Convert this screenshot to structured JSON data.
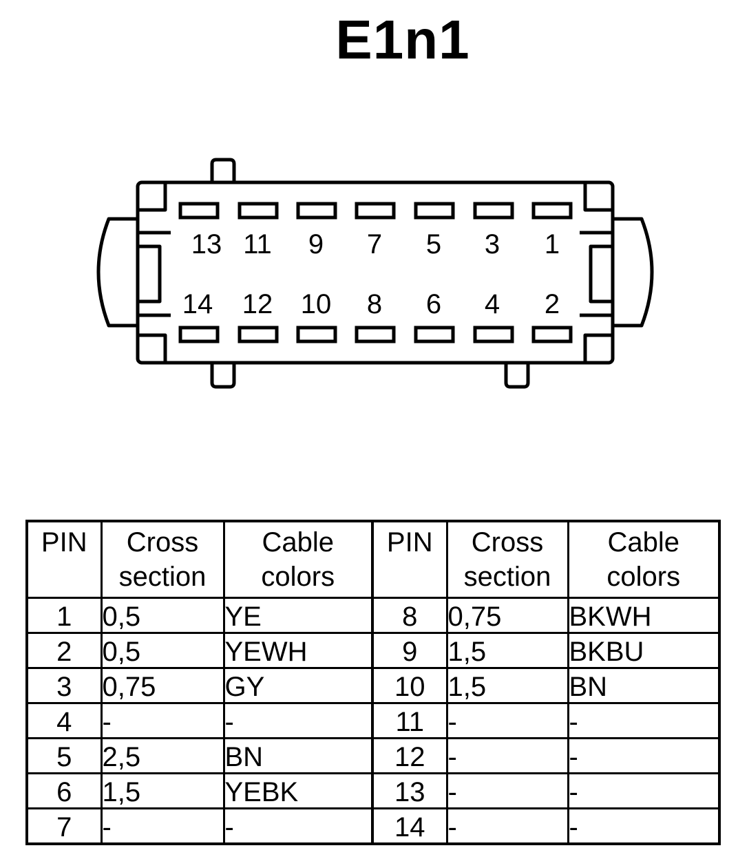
{
  "title": "E1n1",
  "connector": {
    "top_row_labels": [
      "13",
      "11",
      "9",
      "7",
      "5",
      "3",
      "1"
    ],
    "bottom_row_labels": [
      "14",
      "12",
      "10",
      "8",
      "6",
      "4",
      "2"
    ]
  },
  "table": {
    "headers": {
      "pin": "PIN",
      "cross_line1": "Cross",
      "cross_line2": "section",
      "cable_line1": "Cable",
      "cable_line2": "colors"
    },
    "rows": [
      {
        "pin_a": "1",
        "cross_a": "0,5",
        "color_a": "YE",
        "pin_b": "8",
        "cross_b": "0,75",
        "color_b": "BKWH"
      },
      {
        "pin_a": "2",
        "cross_a": "0,5",
        "color_a": "YEWH",
        "pin_b": "9",
        "cross_b": "1,5",
        "color_b": "BKBU"
      },
      {
        "pin_a": "3",
        "cross_a": "0,75",
        "color_a": "GY",
        "pin_b": "10",
        "cross_b": "1,5",
        "color_b": "BN"
      },
      {
        "pin_a": "4",
        "cross_a": "-",
        "color_a": "-",
        "pin_b": "11",
        "cross_b": "-",
        "color_b": "-"
      },
      {
        "pin_a": "5",
        "cross_a": "2,5",
        "color_a": "BN",
        "pin_b": "12",
        "cross_b": "-",
        "color_b": "-"
      },
      {
        "pin_a": "6",
        "cross_a": "1,5",
        "color_a": "YEBK",
        "pin_b": "13",
        "cross_b": "-",
        "color_b": "-"
      },
      {
        "pin_a": "7",
        "cross_a": "-",
        "color_a": "-",
        "pin_b": "14",
        "cross_b": "-",
        "color_b": "-"
      }
    ]
  }
}
